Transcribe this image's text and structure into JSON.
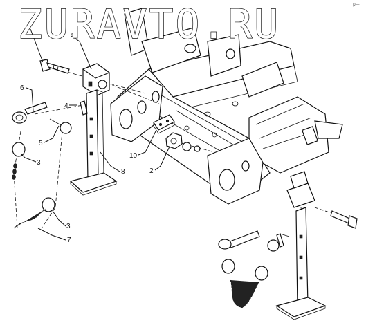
{
  "watermark": "ZURAVTO.RU",
  "corner_mark": "p—",
  "callouts": [
    {
      "id": "c1",
      "label": "1"
    },
    {
      "id": "c9",
      "label": "9"
    },
    {
      "id": "c6",
      "label": "6"
    },
    {
      "id": "c4",
      "label": "4"
    },
    {
      "id": "c5",
      "label": "5"
    },
    {
      "id": "c3a",
      "label": "3"
    },
    {
      "id": "c8",
      "label": "8"
    },
    {
      "id": "c10",
      "label": "10"
    },
    {
      "id": "c2",
      "label": "2"
    },
    {
      "id": "c3b",
      "label": "3"
    },
    {
      "id": "c7",
      "label": "7"
    }
  ]
}
